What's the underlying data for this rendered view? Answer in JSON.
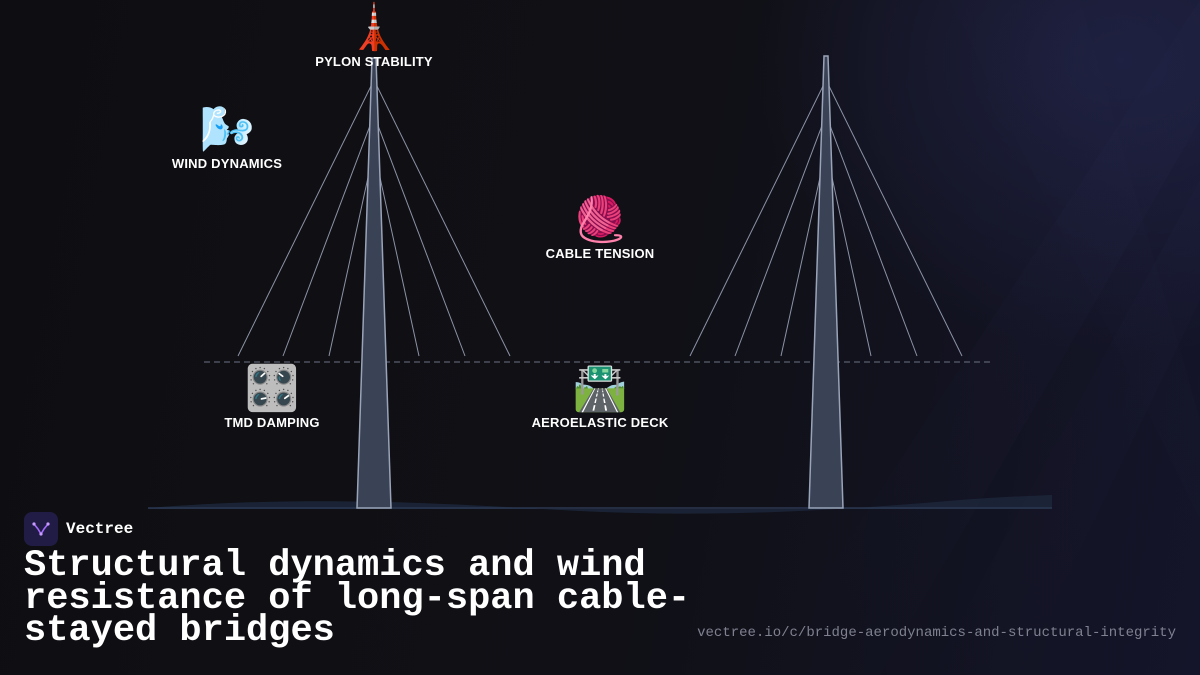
{
  "brand": {
    "name": "Vectree",
    "logo_icon": "vectree-logo-icon",
    "logo_color": "#a56bff"
  },
  "headline": "Structural dynamics and wind resistance of long-span cable-stayed bridges",
  "url": "vectree.io/c/bridge-aerodynamics-and-structural-integrity",
  "features": {
    "pylon": {
      "emoji": "🗼",
      "icon": "tower-icon",
      "label": "PYLON STABILITY"
    },
    "wind": {
      "emoji": "🌬️",
      "icon": "wind-face-icon",
      "label": "WIND DYNAMICS"
    },
    "cable": {
      "emoji": "🧶",
      "icon": "yarn-icon",
      "label": "CABLE TENSION"
    },
    "tmd": {
      "emoji": "🎛️",
      "icon": "control-knobs-icon",
      "label": "TMD DAMPING"
    },
    "deck": {
      "emoji": "🛣️",
      "icon": "motorway-icon",
      "label": "AEROELASTIC DECK"
    }
  },
  "colors": {
    "background": "#0f0f14",
    "cable": "#8c93a6",
    "pylon_fill": "#3a4256",
    "pylon_stroke": "#9aa4b8",
    "water": "#1f2a3d",
    "deck_dash": "#5a5f6e"
  }
}
